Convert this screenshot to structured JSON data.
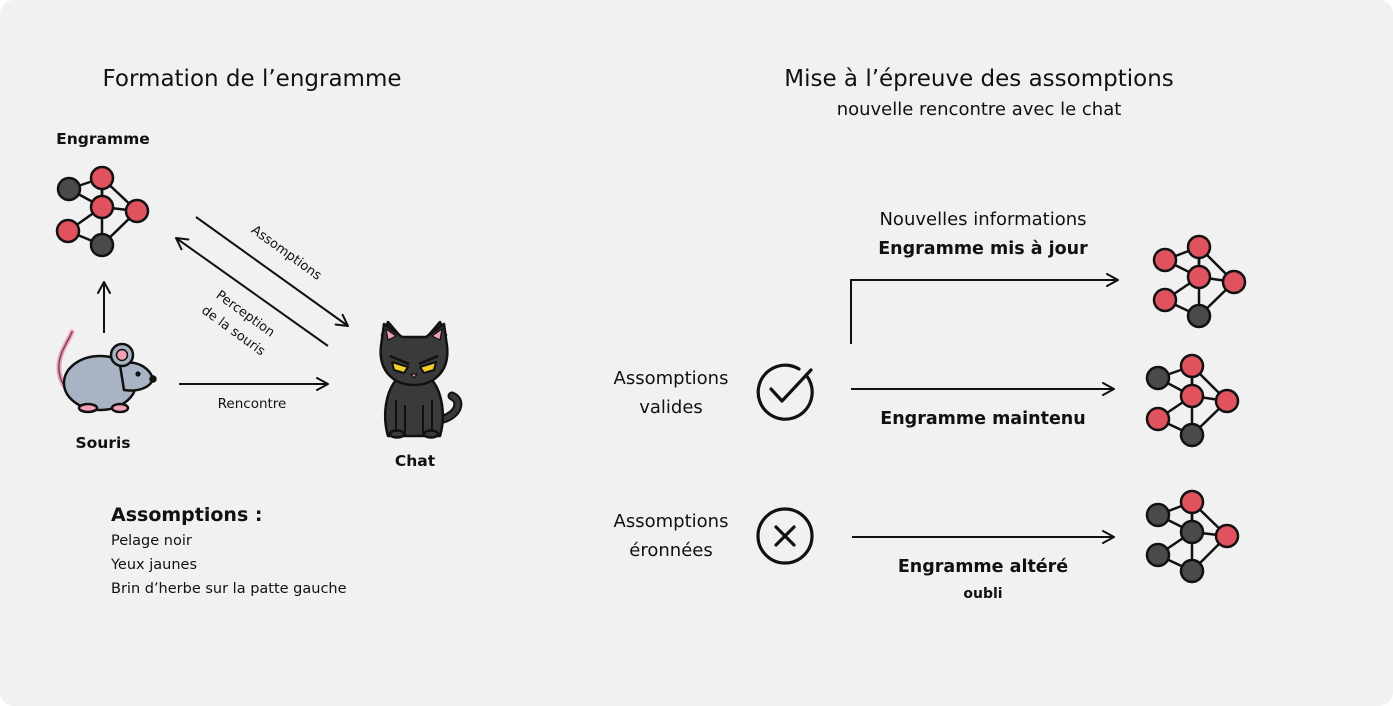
{
  "left": {
    "title": "Formation de l’engramme",
    "engram_label": "Engramme",
    "mouse_label": "Souris",
    "cat_label": "Chat",
    "arrow_assumptions": "Assomptions",
    "arrow_perception_line1": "Perception",
    "arrow_perception_line2": "de la souris",
    "arrow_encounter": "Rencontre",
    "assumptions_heading": "Assomptions :",
    "assumptions_items": [
      "Pelage noir",
      "Yeux jaunes",
      "Brin d’herbe sur la patte gauche"
    ]
  },
  "right": {
    "title": "Mise à l’épreuve des assomptions",
    "subtitle": "nouvelle rencontre avec le chat",
    "new_info": "Nouvelles informations",
    "updated": "Engramme mis à jour",
    "valid_line1": "Assomptions",
    "valid_line2": "valides",
    "maintained": "Engramme maintenu",
    "wrong_line1": "Assomptions",
    "wrong_line2": "éronnées",
    "altered": "Engramme altéré",
    "forgetting": "oubli"
  },
  "colors": {
    "background": "#f1f1f1",
    "node_active": "#e0525e",
    "node_inactive": "#4a4a4a",
    "outline": "#111111",
    "mouse_body": "#a8b4c4",
    "mouse_pink": "#f2a0b4",
    "cat_body": "#3a3a3a",
    "cat_eyes": "#f2d02a"
  },
  "icons": [
    "engram-network-icon",
    "mouse-icon",
    "cat-icon",
    "check-circle-icon",
    "x-circle-icon"
  ]
}
